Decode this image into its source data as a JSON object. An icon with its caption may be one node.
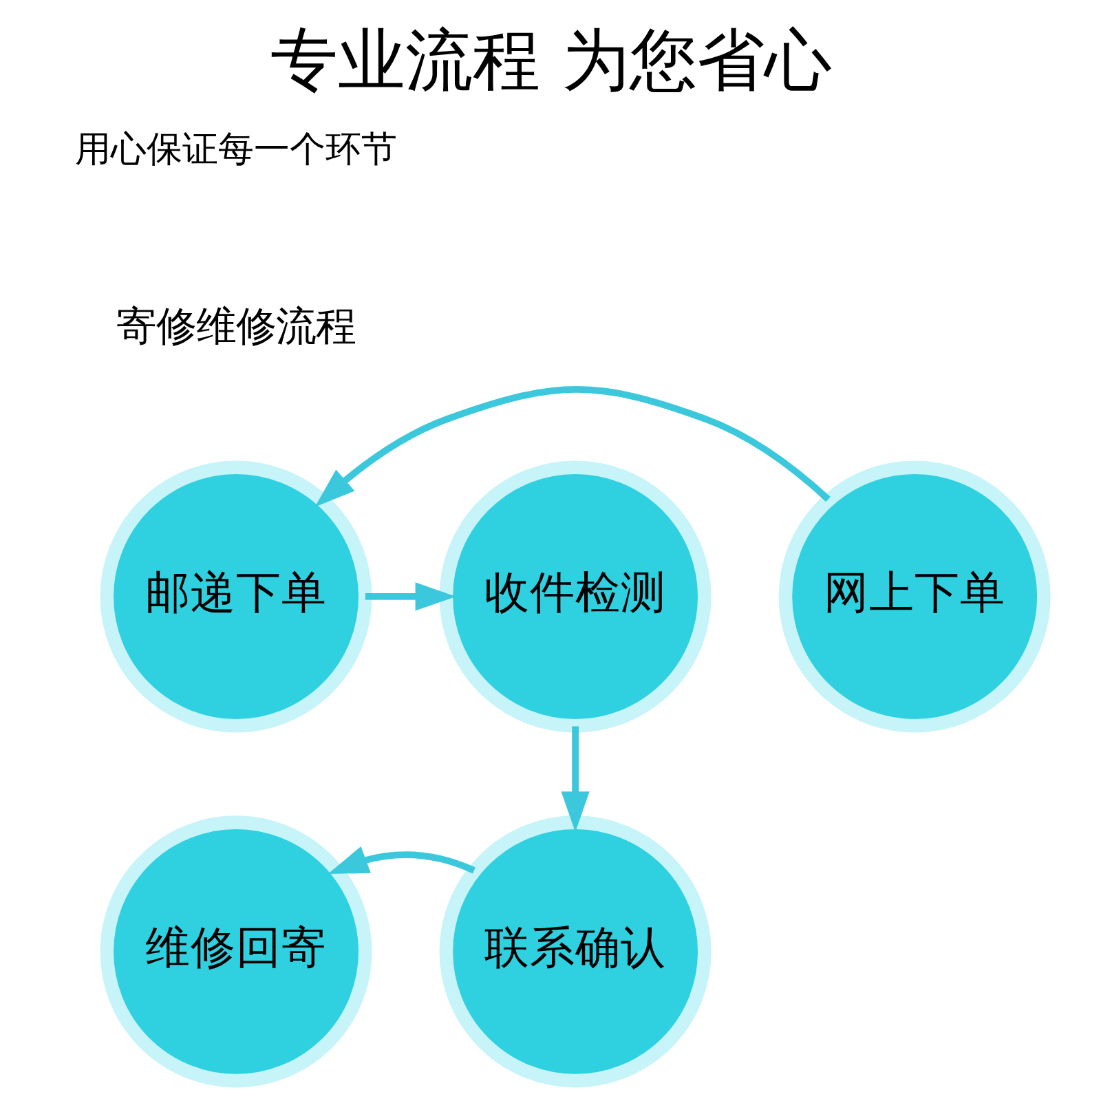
{
  "diagram": {
    "title": "专业流程 为您省心",
    "nodes": [
      {
        "text": [
          "网上下单"
        ]
      },
      {
        "text": [
          "邮递下单"
        ]
      },
      {
        "text": [
          "收件检测"
        ]
      },
      {
        "text": [
          "维修回寄"
        ]
      },
      {
        "text": [
          "联系确认"
        ]
      }
    ],
    "edges": [
      {
        "from": 0,
        "to": 1,
        "arrow": "to"
      },
      {
        "from": 1,
        "to": 2,
        "arrow": "to"
      },
      {
        "from": 2,
        "to": 4,
        "arrow": "to"
      },
      {
        "from": 4,
        "to": 3,
        "arrow": "to"
      }
    ],
    "labels": [
      "用心保证每一个环节",
      "寄修维修流程"
    ]
  }
}
